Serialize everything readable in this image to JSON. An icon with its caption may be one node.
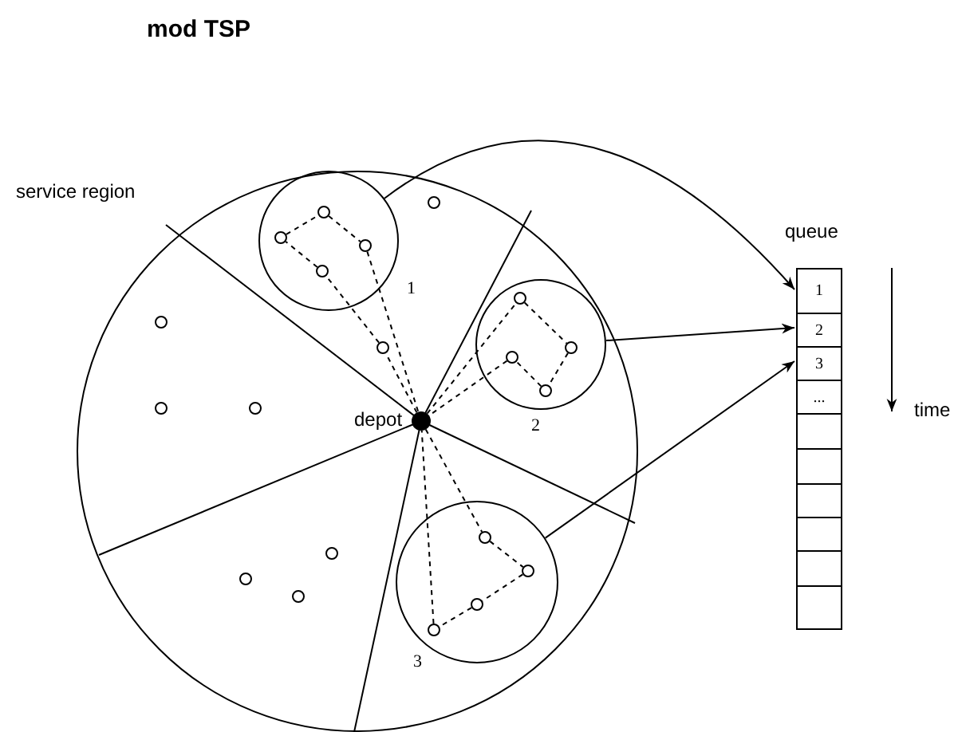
{
  "diagram": {
    "title": "mod TSP",
    "nodes": [
      {
        "text": [
          "service region"
        ]
      },
      {
        "text": [
          "depot"
        ],
        "in": 0
      },
      {
        "text": [],
        "shape": "circle",
        "in": 0,
        "beside": [
          "1"
        ]
      },
      {
        "text": [],
        "shape": "circle",
        "in": 2
      },
      {
        "text": [],
        "shape": "circle",
        "in": 2
      },
      {
        "text": [],
        "shape": "circle",
        "in": 2
      },
      {
        "text": [],
        "shape": "circle",
        "in": 2
      },
      {
        "text": [],
        "shape": "circle",
        "in": 0
      },
      {
        "text": [],
        "shape": "circle",
        "in": 0,
        "beside": [
          "2"
        ]
      },
      {
        "text": [],
        "shape": "circle",
        "in": 8
      },
      {
        "text": [],
        "shape": "circle",
        "in": 8
      },
      {
        "text": [],
        "shape": "circle",
        "in": 8
      },
      {
        "text": [],
        "shape": "circle",
        "in": 8
      },
      {
        "text": [],
        "shape": "circle",
        "in": 0,
        "beside": [
          "3"
        ]
      },
      {
        "text": [],
        "shape": "circle",
        "in": 13
      },
      {
        "text": [],
        "shape": "circle",
        "in": 13
      },
      {
        "text": [],
        "shape": "circle",
        "in": 13
      },
      {
        "text": [],
        "shape": "circle",
        "in": 13
      },
      {
        "text": [],
        "shape": "circle",
        "in": 0
      },
      {
        "text": [],
        "shape": "circle",
        "in": 0
      },
      {
        "text": [],
        "shape": "circle",
        "in": 0
      },
      {
        "text": [],
        "shape": "circle",
        "in": 0
      },
      {
        "text": [],
        "shape": "circle",
        "in": 0
      },
      {
        "text": [],
        "shape": "circle",
        "in": 0
      },
      {
        "text": [],
        "shape": "circle",
        "in": 0
      },
      {
        "text": [
          "queue"
        ]
      },
      {
        "text": [
          "1"
        ],
        "in": 25
      },
      {
        "text": [
          "2"
        ],
        "in": 25
      },
      {
        "text": [
          "3"
        ],
        "in": 25
      },
      {
        "text": [
          "..."
        ],
        "in": 25
      },
      {
        "text": [],
        "shape": "box",
        "in": 25
      },
      {
        "text": [],
        "shape": "box",
        "in": 25
      },
      {
        "text": [],
        "shape": "box",
        "in": 25
      },
      {
        "text": [],
        "shape": "box",
        "in": 25
      },
      {
        "text": [],
        "shape": "box",
        "in": 25
      },
      {
        "text": [],
        "shape": "box",
        "in": 25
      }
    ],
    "edges": [
      {
        "from": 1,
        "to": 7,
        "arrow": "none",
        "style": "dashed"
      },
      {
        "from": 7,
        "to": 6,
        "arrow": "none",
        "style": "dashed"
      },
      {
        "from": 6,
        "to": 4,
        "arrow": "none",
        "style": "dashed"
      },
      {
        "from": 4,
        "to": 3,
        "arrow": "none",
        "style": "dashed"
      },
      {
        "from": 3,
        "to": 5,
        "arrow": "none",
        "style": "dashed"
      },
      {
        "from": 5,
        "to": 1,
        "arrow": "none",
        "style": "dashed"
      },
      {
        "from": 1,
        "to": 9,
        "arrow": "none",
        "style": "dashed"
      },
      {
        "from": 9,
        "to": 10,
        "arrow": "none",
        "style": "dashed"
      },
      {
        "from": 10,
        "to": 12,
        "arrow": "none",
        "style": "dashed"
      },
      {
        "from": 12,
        "to": 11,
        "arrow": "none",
        "style": "dashed"
      },
      {
        "from": 11,
        "to": 1,
        "arrow": "none",
        "style": "dashed"
      },
      {
        "from": 1,
        "to": 14,
        "arrow": "none",
        "style": "dashed"
      },
      {
        "from": 14,
        "to": 15,
        "arrow": "none",
        "style": "dashed"
      },
      {
        "from": 15,
        "to": 16,
        "arrow": "none",
        "style": "dashed"
      },
      {
        "from": 16,
        "to": 17,
        "arrow": "none",
        "style": "dashed"
      },
      {
        "from": 17,
        "to": 1,
        "arrow": "none",
        "style": "dashed"
      },
      {
        "from": 2,
        "to": 26,
        "arrow": "to"
      },
      {
        "from": 8,
        "to": 27,
        "arrow": "to"
      },
      {
        "from": 13,
        "to": 28,
        "arrow": "to"
      }
    ],
    "labels": [
      "time"
    ]
  }
}
